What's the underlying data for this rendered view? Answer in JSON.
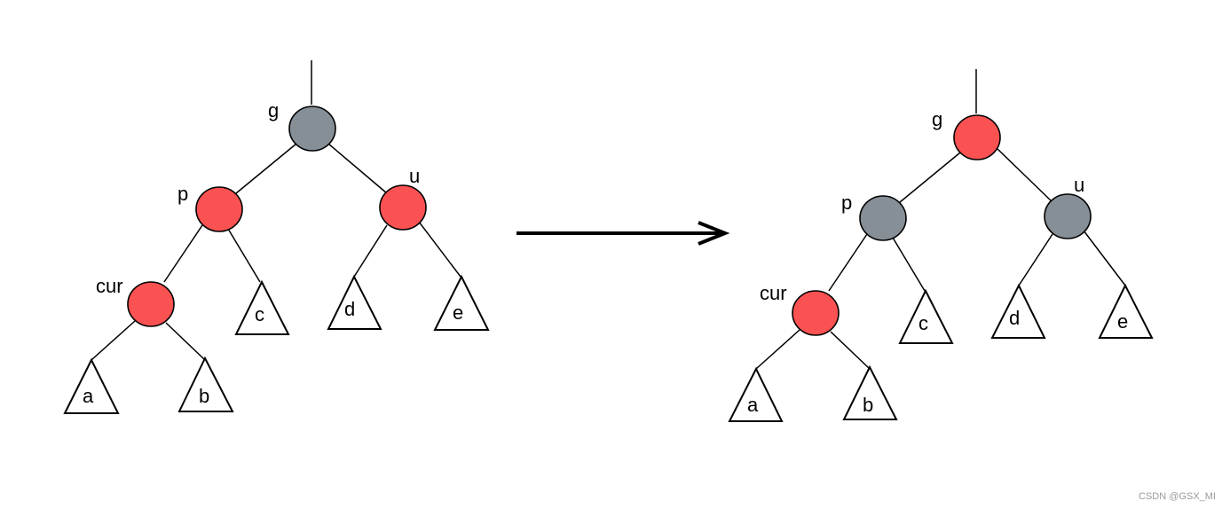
{
  "colors": {
    "red": "#fa5252",
    "black": "#868e96"
  },
  "before": {
    "nodes": [
      {
        "id": "g",
        "label": "g",
        "color": "black"
      },
      {
        "id": "p",
        "label": "p",
        "color": "red"
      },
      {
        "id": "u",
        "label": "u",
        "color": "red"
      },
      {
        "id": "cur",
        "label": "cur",
        "color": "red"
      }
    ],
    "subtrees": [
      "a",
      "b",
      "c",
      "d",
      "e"
    ]
  },
  "after": {
    "nodes": [
      {
        "id": "g",
        "label": "g",
        "color": "red"
      },
      {
        "id": "p",
        "label": "p",
        "color": "black"
      },
      {
        "id": "u",
        "label": "u",
        "color": "black"
      },
      {
        "id": "cur",
        "label": "cur",
        "color": "red"
      }
    ],
    "subtrees": [
      "a",
      "b",
      "c",
      "d",
      "e"
    ]
  },
  "watermark": "CSDN @GSX_MI"
}
